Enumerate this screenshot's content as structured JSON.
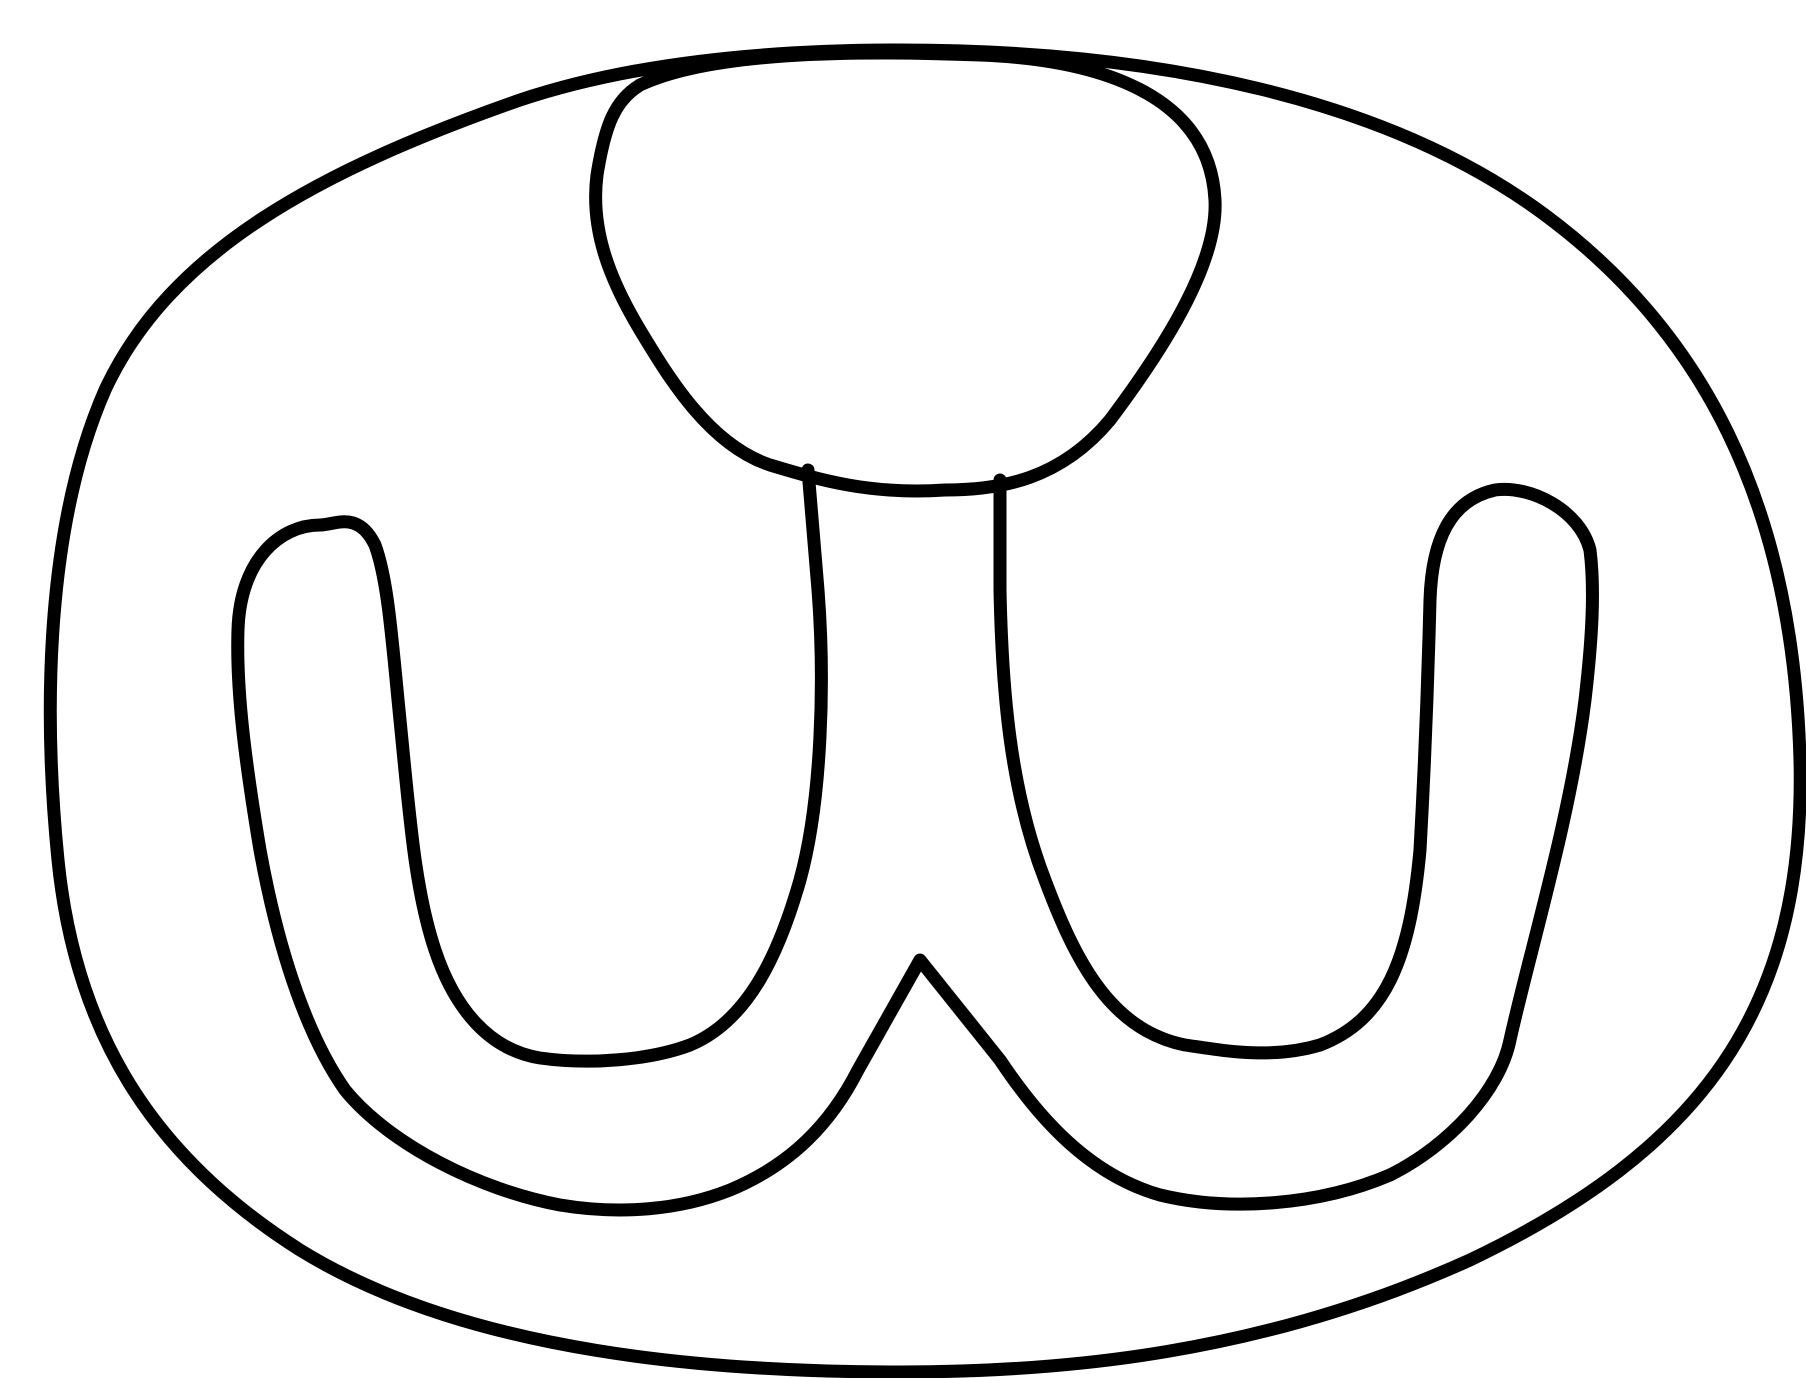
{
  "diagram": {
    "style": {
      "background_color": "#ffffff",
      "stroke_color": "#000000"
    },
    "components": [
      "outer-oval",
      "top-rounded-lobe",
      "central-stalk",
      "left-u-loop",
      "right-u-loop",
      "bottom-w-curve"
    ]
  }
}
